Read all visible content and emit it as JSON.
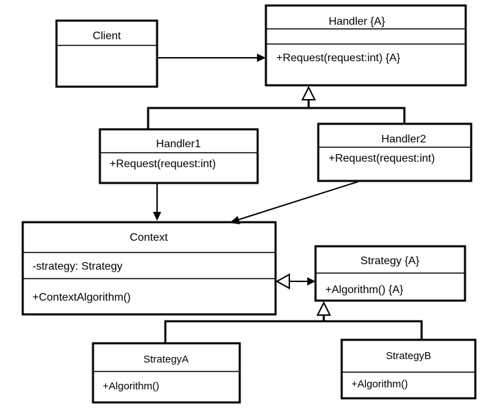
{
  "classes": {
    "client": {
      "name": "Client"
    },
    "handler": {
      "name": "Handler {A}",
      "op": "+Request(request:int) {A}"
    },
    "handler1": {
      "name": "Handler1",
      "op": "+Request(request:int)"
    },
    "handler2": {
      "name": "Handler2",
      "op": "+Request(request:int)"
    },
    "context": {
      "name": "Context",
      "attr": "-strategy: Strategy",
      "op": "+ContextAlgorithm()"
    },
    "strategy": {
      "name": "Strategy {A}",
      "op": "+Algorithm()  {A}"
    },
    "strategyA": {
      "name": "StrategyA",
      "op": "+Algorithm()"
    },
    "strategyB": {
      "name": "StrategyB",
      "op": "+Algorithm()"
    }
  }
}
